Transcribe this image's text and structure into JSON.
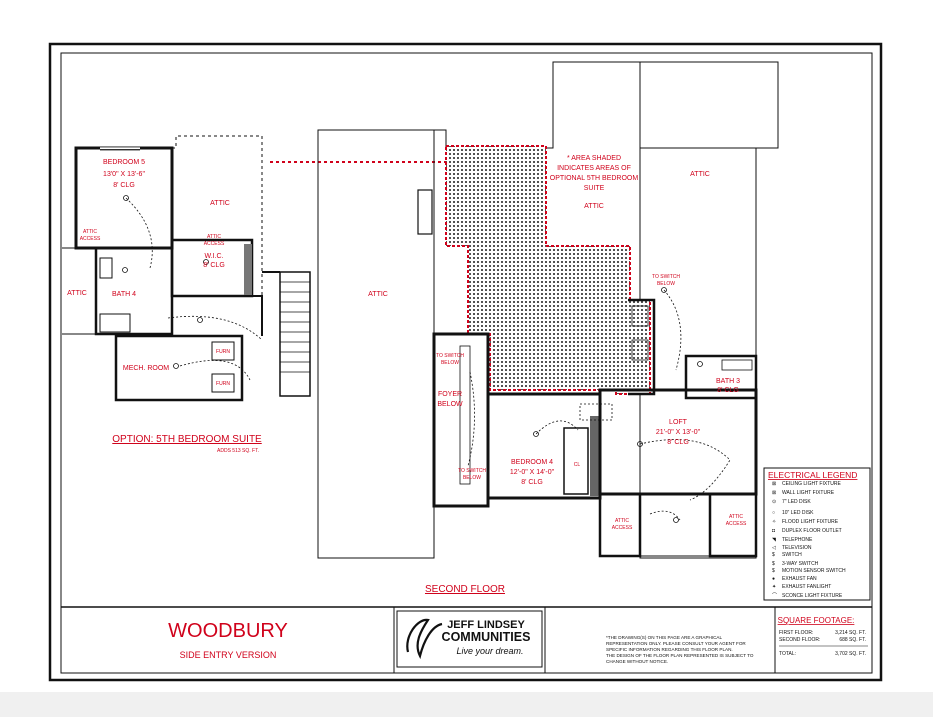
{
  "option_plan": {
    "bedroom5": {
      "name": "BEDROOM 5",
      "size": "13'0\" X 13'-6\"",
      "clg": "8' CLG"
    },
    "attic_top": "ATTIC",
    "attic_access_left": [
      "ATTIC",
      "ACCESS"
    ],
    "attic_access_wic": [
      "ATTIC",
      "ACCESS"
    ],
    "wic": {
      "name": "W.I.C.",
      "clg": "8' CLG"
    },
    "attic_left": "ATTIC",
    "bath4": "BATH 4",
    "mech_room": "MECH. ROOM",
    "furn": "FURN",
    "title": "OPTION: 5TH BEDROOM SUITE",
    "adds": "ADDS 513 SQ. FT."
  },
  "main_plan": {
    "attic_center": "ATTIC",
    "shaded_note": [
      "* AREA SHADED",
      "INDICATES AREAS OF",
      "OPTIONAL 5TH BEDROOM",
      "SUITE"
    ],
    "attic_shaded": "ATTIC",
    "attic_right": "ATTIC",
    "to_switch_below": [
      "TO SWITCH",
      "BELOW"
    ],
    "foyer": [
      "FOYER",
      "BELOW"
    ],
    "bedroom4": {
      "name": "BEDROOM 4",
      "size": "12'-0\" X 14'-0\"",
      "clg": "8' CLG"
    },
    "cl": "CL",
    "loft": {
      "name": "LOFT",
      "size": "21'-0\" X 13'-0\"",
      "clg": "8' CLG"
    },
    "bath3": {
      "name": "BATH 3",
      "clg": "8' CLG"
    },
    "attic_access": [
      "ATTIC",
      "ACCESS"
    ],
    "floor_label": "SECOND FLOOR"
  },
  "legend": {
    "title": "ELECTRICAL LEGEND",
    "items": [
      {
        "icon": "ceiling-light-icon",
        "label": "CEILING LIGHT FIXTURE"
      },
      {
        "icon": "wall-light-icon",
        "label": "WALL LIGHT FIXTURE"
      },
      {
        "icon": "led-disk-7-icon",
        "label": "7\" LED DISK"
      },
      {
        "icon": "led-disk-10-icon",
        "label": "10\" LED DISK"
      },
      {
        "icon": "flood-light-icon",
        "label": "FLOOD LIGHT FIXTURE"
      },
      {
        "icon": "duplex-outlet-icon",
        "label": "DUPLEX FLOOR OUTLET"
      },
      {
        "icon": "telephone-icon",
        "label": "TELEPHONE"
      },
      {
        "icon": "television-icon",
        "label": "TELEVISION"
      },
      {
        "icon": "switch-icon",
        "label": "SWITCH"
      },
      {
        "icon": "three-way-switch-icon",
        "label": "3-WAY SWITCH"
      },
      {
        "icon": "motion-switch-icon",
        "label": "MOTION SENSOR SWITCH"
      },
      {
        "icon": "exhaust-fan-icon",
        "label": "EXHAUST FAN"
      },
      {
        "icon": "exhaust-fanlight-icon",
        "label": "EXHAUST FANLIGHT"
      },
      {
        "icon": "sconce-light-icon",
        "label": "SCONCE LIGHT FIXTURE"
      }
    ]
  },
  "title_block": {
    "model": "WOODBURY",
    "version": "SIDE ENTRY VERSION",
    "logo_line1": "JEFF LINDSEY",
    "logo_line2": "COMMUNITIES",
    "logo_tag": "Live your dream.",
    "disclaimer": [
      "*THE DRAWING(S) ON THIS PAGE ARE A GRAPHICAL",
      "REPRESENTATION ONLY. PLEASE CONSULT YOUR AGENT FOR",
      "SPECIFIC INFORMATION REGARDING THIS FLOOR PLAN.",
      "THE DESIGN OF THE FLOOR PLAN REPRESENTED IS SUBJECT TO",
      "CHANGE WITHOUT NOTICE."
    ],
    "sqft_title": "SQUARE FOOTAGE:",
    "sqft_rows": [
      {
        "label": "FIRST FLOOR:",
        "value": "3,214 SQ. FT."
      },
      {
        "label": "SECOND FLOOR:",
        "value": "688 SQ. FT."
      }
    ],
    "total_label": "TOTAL:",
    "total_value": "3,702 SQ. FT."
  },
  "colors": {
    "accent_red": "#d0021b",
    "line": "#111111"
  }
}
